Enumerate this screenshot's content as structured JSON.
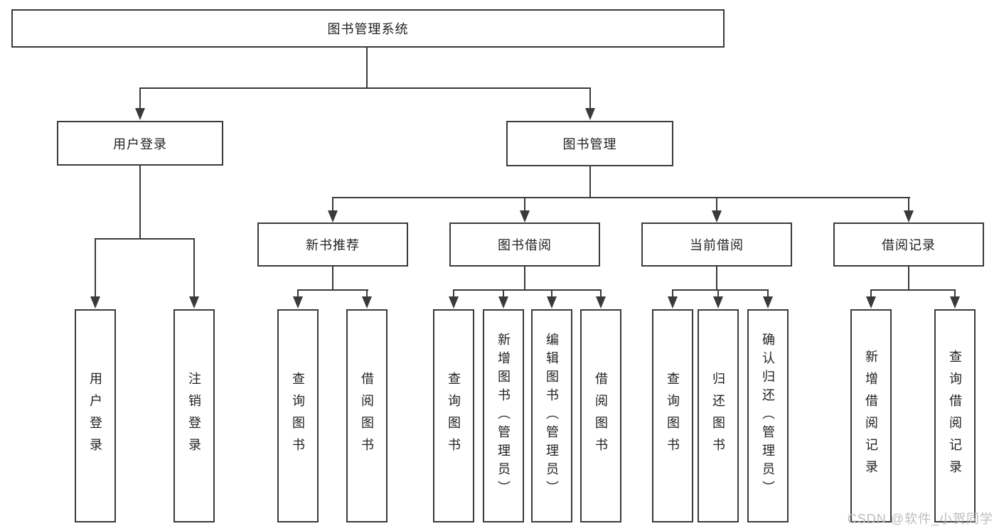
{
  "tree": {
    "root": {
      "label": "图书管理系统"
    },
    "level2": [
      {
        "label": "用户登录"
      },
      {
        "label": "图书管理"
      }
    ],
    "level3": [
      {
        "label": "新书推荐"
      },
      {
        "label": "图书借阅"
      },
      {
        "label": "当前借阅"
      },
      {
        "label": "借阅记录"
      }
    ],
    "leaves": {
      "user": [
        "用户登录",
        "注销登录"
      ],
      "new_book": [
        "查询图书",
        "借阅图书"
      ],
      "borrow": [
        "查询图书",
        "新增图书（管理员）",
        "编辑图书（管理员）",
        "借阅图书"
      ],
      "current": [
        "查询图书",
        "归还图书",
        "确认归还（管理员）"
      ],
      "record": [
        "新增借阅记录",
        "查询借阅记录"
      ]
    }
  },
  "watermark": "CSDN @软件_小贺同学",
  "colors": {
    "line": "#3a3a3a",
    "box_border": "#3a3a3a",
    "text": "#222222",
    "watermark": "#b9bdc1",
    "background": "#ffffff"
  }
}
